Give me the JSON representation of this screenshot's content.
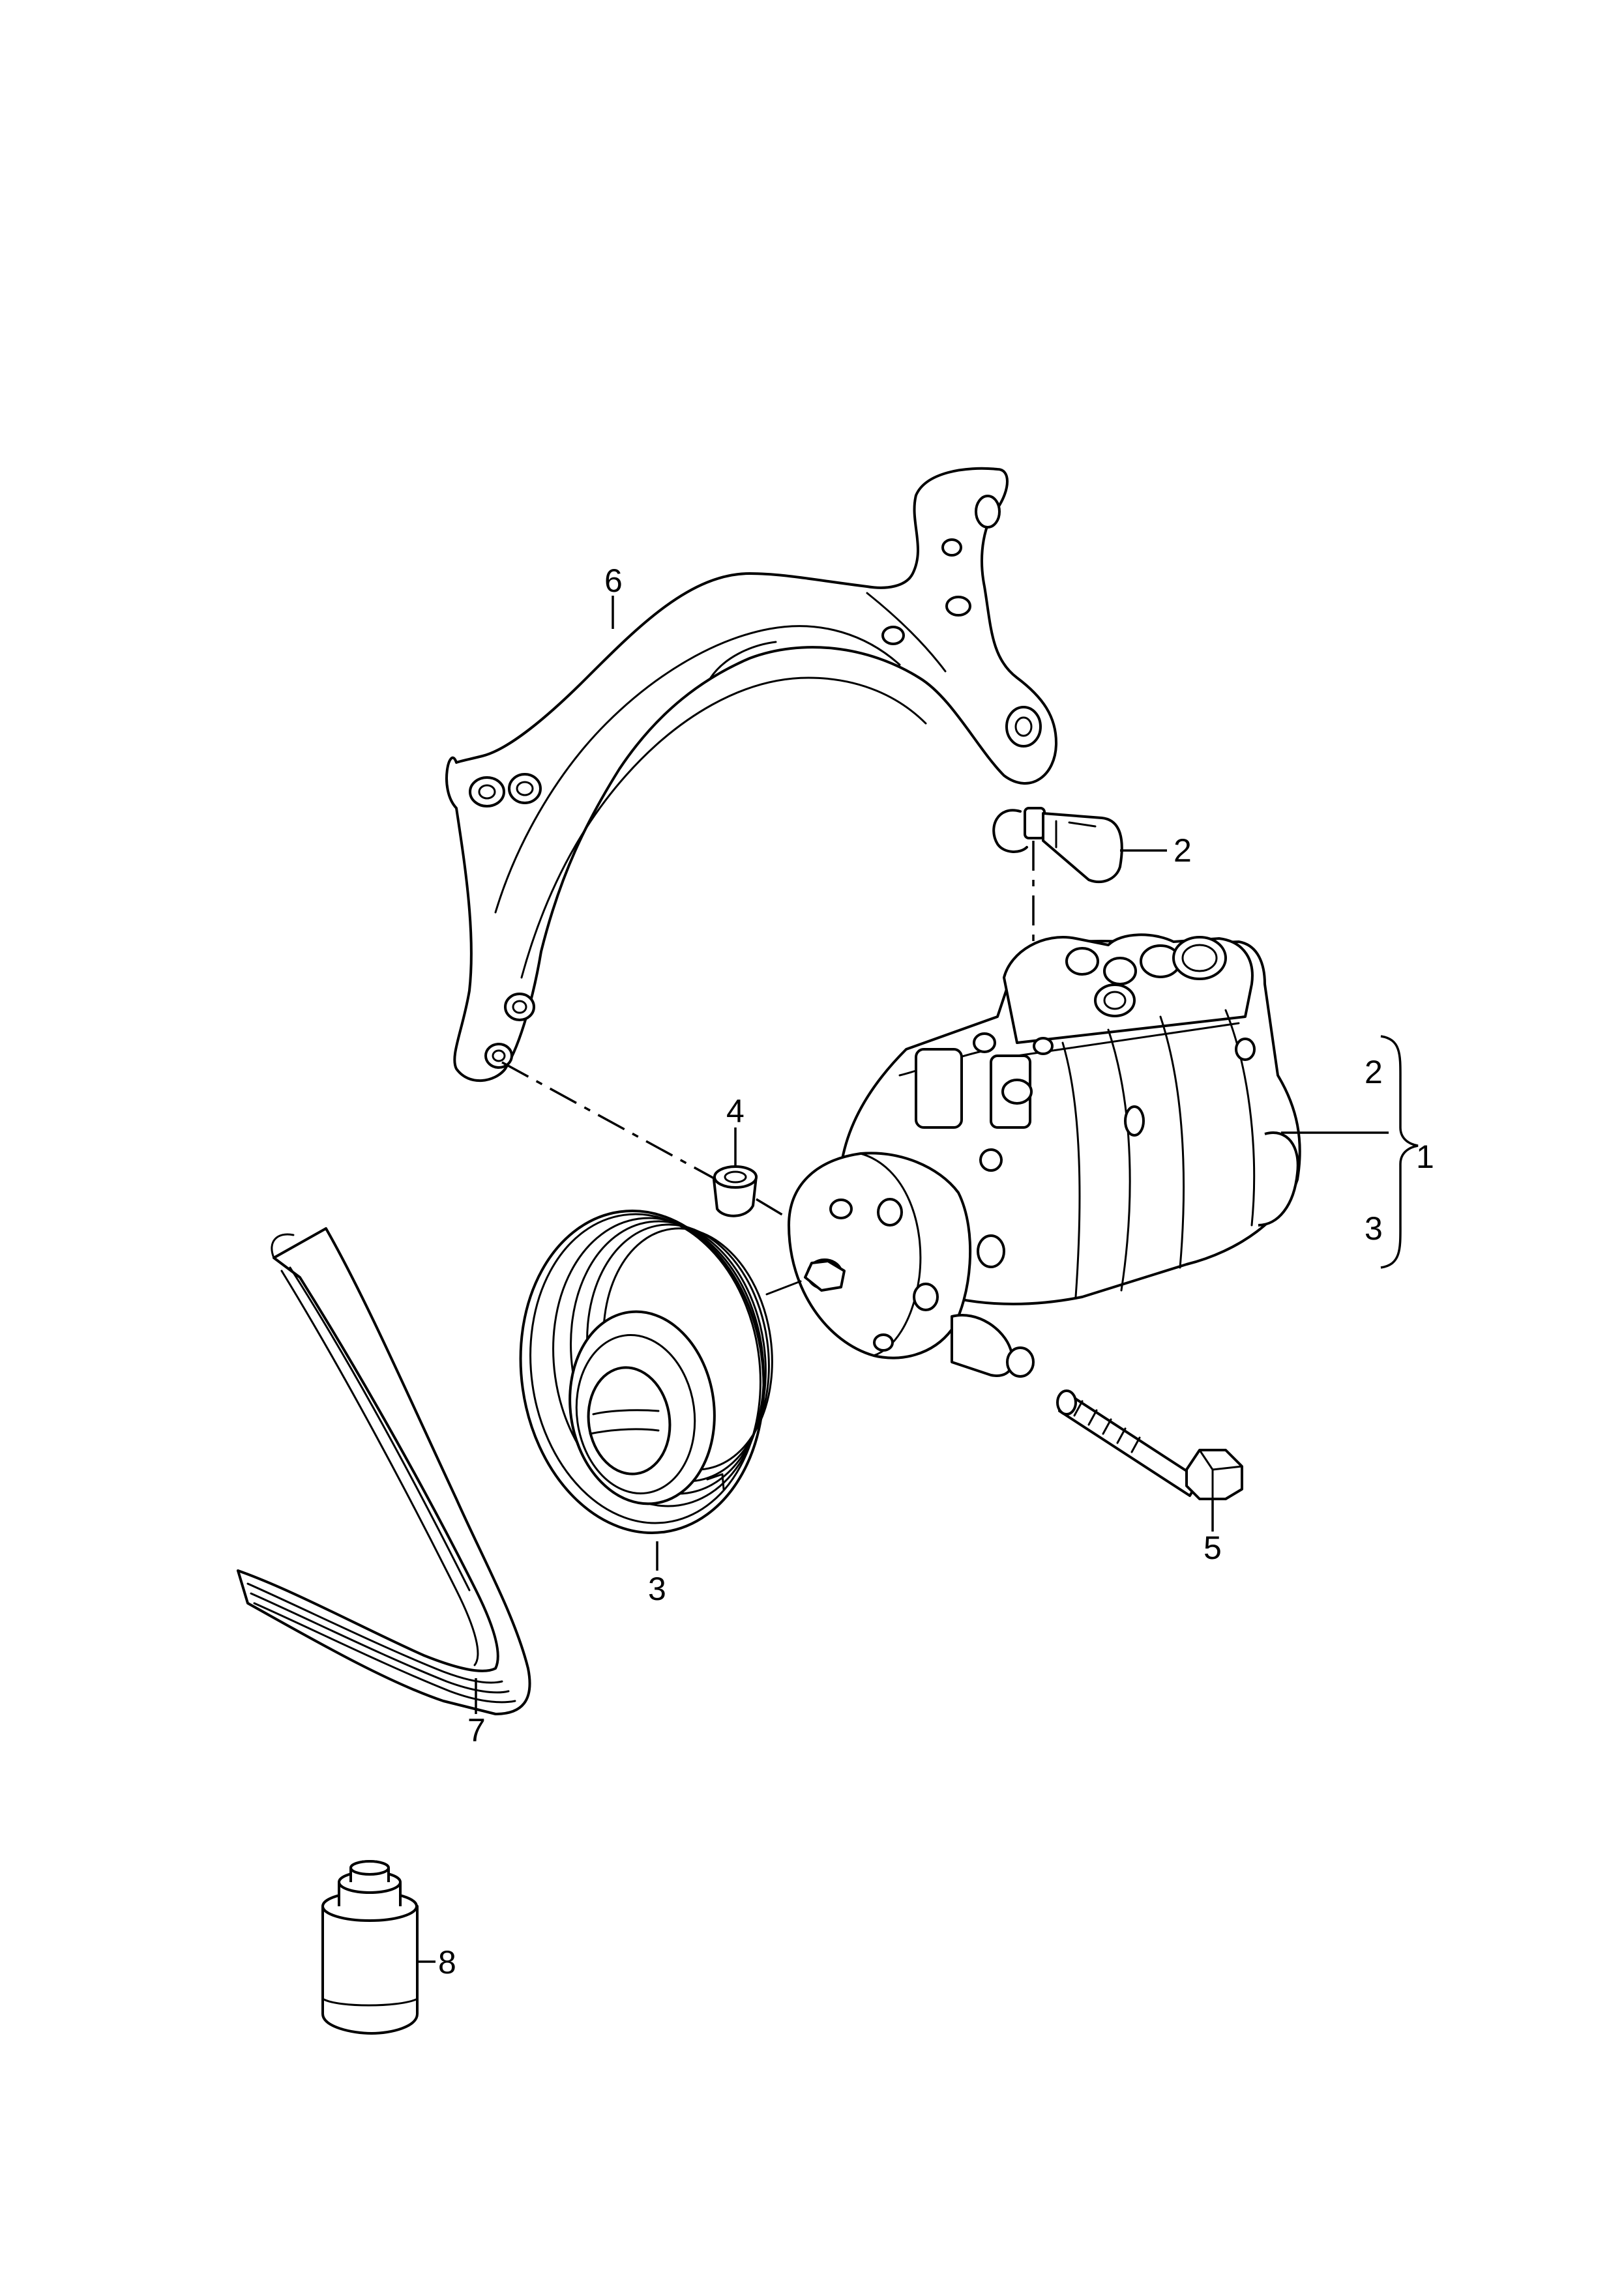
{
  "callouts": {
    "c1": "1",
    "c2_sensor": "2",
    "c2_group": "2",
    "c3_group": "3",
    "c3_pulley": "3",
    "c4": "4",
    "c5": "5",
    "c6": "6",
    "c7": "7",
    "c8": "8"
  },
  "parts": [
    {
      "id": "bracket",
      "callout": "6"
    },
    {
      "id": "pressure-sensor",
      "callout": "2"
    },
    {
      "id": "ac-compressor",
      "callout": "1"
    },
    {
      "id": "bushing",
      "callout": "4"
    },
    {
      "id": "mounting-bolt",
      "callout": "5"
    },
    {
      "id": "pulley",
      "callout": "3"
    },
    {
      "id": "ribbed-belt",
      "callout": "7"
    },
    {
      "id": "oil-bottle",
      "callout": "8"
    }
  ]
}
